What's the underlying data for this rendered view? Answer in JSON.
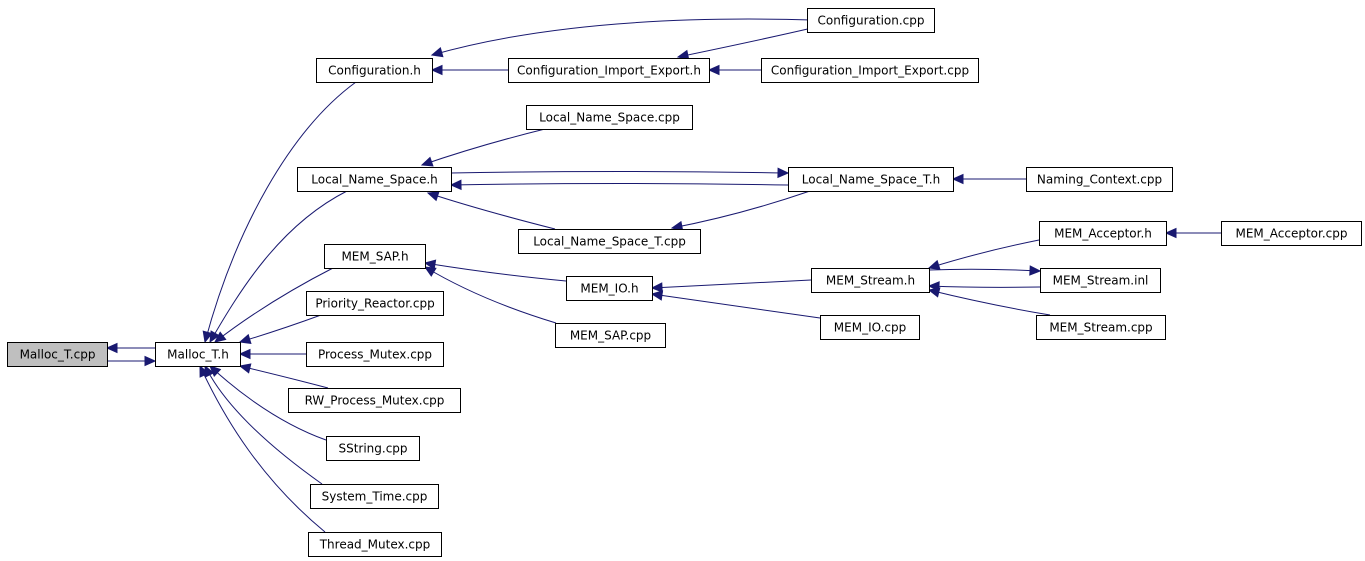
{
  "diagram": {
    "edge_color": "#191970",
    "highlight_fill": "#bfbfbf",
    "nodes": [
      {
        "id": "malloc_t_cpp",
        "label": "Malloc_T.cpp",
        "highlight": true
      },
      {
        "id": "malloc_t_h",
        "label": "Malloc_T.h"
      },
      {
        "id": "configuration_h",
        "label": "Configuration.h"
      },
      {
        "id": "configuration_cpp",
        "label": "Configuration.cpp"
      },
      {
        "id": "configuration_import_export_h",
        "label": "Configuration_Import_Export.h"
      },
      {
        "id": "configuration_import_export_cpp",
        "label": "Configuration_Import_Export.cpp"
      },
      {
        "id": "local_name_space_cpp",
        "label": "Local_Name_Space.cpp"
      },
      {
        "id": "local_name_space_h",
        "label": "Local_Name_Space.h"
      },
      {
        "id": "local_name_space_t_h",
        "label": "Local_Name_Space_T.h"
      },
      {
        "id": "naming_context_cpp",
        "label": "Naming_Context.cpp"
      },
      {
        "id": "local_name_space_t_cpp",
        "label": "Local_Name_Space_T.cpp"
      },
      {
        "id": "mem_sap_h",
        "label": "MEM_SAP.h"
      },
      {
        "id": "mem_io_h",
        "label": "MEM_IO.h"
      },
      {
        "id": "mem_sap_cpp",
        "label": "MEM_SAP.cpp"
      },
      {
        "id": "mem_stream_h",
        "label": "MEM_Stream.h"
      },
      {
        "id": "mem_acceptor_h",
        "label": "MEM_Acceptor.h"
      },
      {
        "id": "mem_acceptor_cpp",
        "label": "MEM_Acceptor.cpp"
      },
      {
        "id": "mem_stream_inl",
        "label": "MEM_Stream.inl"
      },
      {
        "id": "mem_stream_cpp",
        "label": "MEM_Stream.cpp"
      },
      {
        "id": "mem_io_cpp",
        "label": "MEM_IO.cpp"
      },
      {
        "id": "priority_reactor_cpp",
        "label": "Priority_Reactor.cpp"
      },
      {
        "id": "process_mutex_cpp",
        "label": "Process_Mutex.cpp"
      },
      {
        "id": "rw_process_mutex_cpp",
        "label": "RW_Process_Mutex.cpp"
      },
      {
        "id": "sstring_cpp",
        "label": "SString.cpp"
      },
      {
        "id": "system_time_cpp",
        "label": "System_Time.cpp"
      },
      {
        "id": "thread_mutex_cpp",
        "label": "Thread_Mutex.cpp"
      }
    ],
    "edges": [
      {
        "from": "malloc_t_h",
        "to": "malloc_t_cpp"
      },
      {
        "from": "malloc_t_cpp",
        "to": "malloc_t_h"
      },
      {
        "from": "configuration_h",
        "to": "malloc_t_h"
      },
      {
        "from": "local_name_space_h",
        "to": "malloc_t_h"
      },
      {
        "from": "mem_sap_h",
        "to": "malloc_t_h"
      },
      {
        "from": "priority_reactor_cpp",
        "to": "malloc_t_h"
      },
      {
        "from": "process_mutex_cpp",
        "to": "malloc_t_h"
      },
      {
        "from": "rw_process_mutex_cpp",
        "to": "malloc_t_h"
      },
      {
        "from": "sstring_cpp",
        "to": "malloc_t_h"
      },
      {
        "from": "system_time_cpp",
        "to": "malloc_t_h"
      },
      {
        "from": "thread_mutex_cpp",
        "to": "malloc_t_h"
      },
      {
        "from": "configuration_cpp",
        "to": "configuration_h"
      },
      {
        "from": "configuration_import_export_h",
        "to": "configuration_h"
      },
      {
        "from": "configuration_cpp",
        "to": "configuration_import_export_h"
      },
      {
        "from": "configuration_import_export_cpp",
        "to": "configuration_import_export_h"
      },
      {
        "from": "local_name_space_cpp",
        "to": "local_name_space_h"
      },
      {
        "from": "local_name_space_t_h",
        "to": "local_name_space_h"
      },
      {
        "from": "local_name_space_h",
        "to": "local_name_space_t_h"
      },
      {
        "from": "local_name_space_t_cpp",
        "to": "local_name_space_h"
      },
      {
        "from": "naming_context_cpp",
        "to": "local_name_space_t_h"
      },
      {
        "from": "local_name_space_t_h",
        "to": "local_name_space_t_cpp"
      },
      {
        "from": "mem_io_h",
        "to": "mem_sap_h"
      },
      {
        "from": "mem_sap_cpp",
        "to": "mem_sap_h"
      },
      {
        "from": "mem_stream_h",
        "to": "mem_io_h"
      },
      {
        "from": "mem_io_cpp",
        "to": "mem_io_h"
      },
      {
        "from": "mem_acceptor_h",
        "to": "mem_stream_h"
      },
      {
        "from": "mem_stream_inl",
        "to": "mem_stream_h"
      },
      {
        "from": "mem_stream_h",
        "to": "mem_stream_inl"
      },
      {
        "from": "mem_stream_cpp",
        "to": "mem_stream_h"
      },
      {
        "from": "mem_acceptor_cpp",
        "to": "mem_acceptor_h"
      }
    ]
  }
}
